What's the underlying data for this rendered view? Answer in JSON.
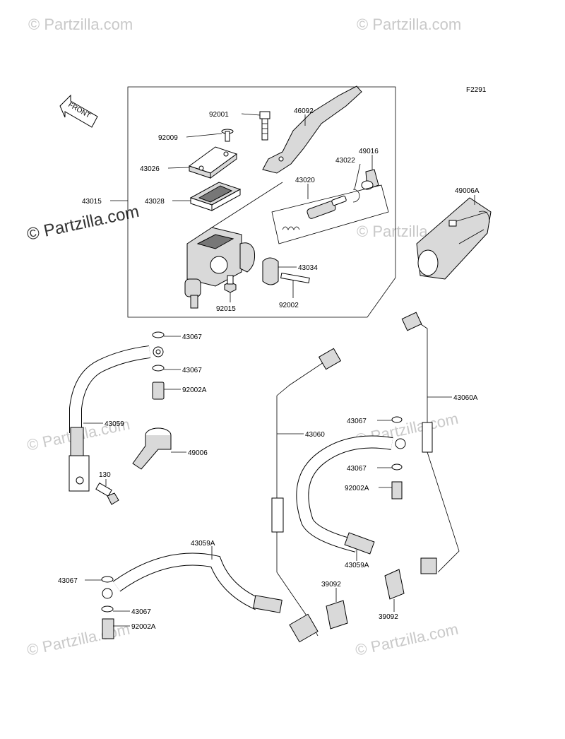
{
  "figure_code": "F2291",
  "front_label": "FRONT",
  "watermark": "© Partzilla.com",
  "labels": {
    "l92001": "92001",
    "l46092": "46092",
    "l92009": "92009",
    "l43026": "43026",
    "l43022": "43022",
    "l49016": "49016",
    "l43020": "43020",
    "l43015": "43015",
    "l43028": "43028",
    "l49006A": "49006A",
    "l43034": "43034",
    "l92015": "92015",
    "l92002": "92002",
    "l43067a": "43067",
    "l43067b": "43067",
    "l92002Aa": "92002A",
    "l43059": "43059",
    "l49006": "49006",
    "l130": "130",
    "l43060": "43060",
    "l43060A": "43060A",
    "l43067c": "43067",
    "l43067d": "43067",
    "l92002Ab": "92002A",
    "l43059Ab": "43059A",
    "l43059Aa": "43059A",
    "l43067e": "43067",
    "l43067f": "43067",
    "l92002Ac": "92002A",
    "l39092a": "39092",
    "l39092b": "39092"
  }
}
